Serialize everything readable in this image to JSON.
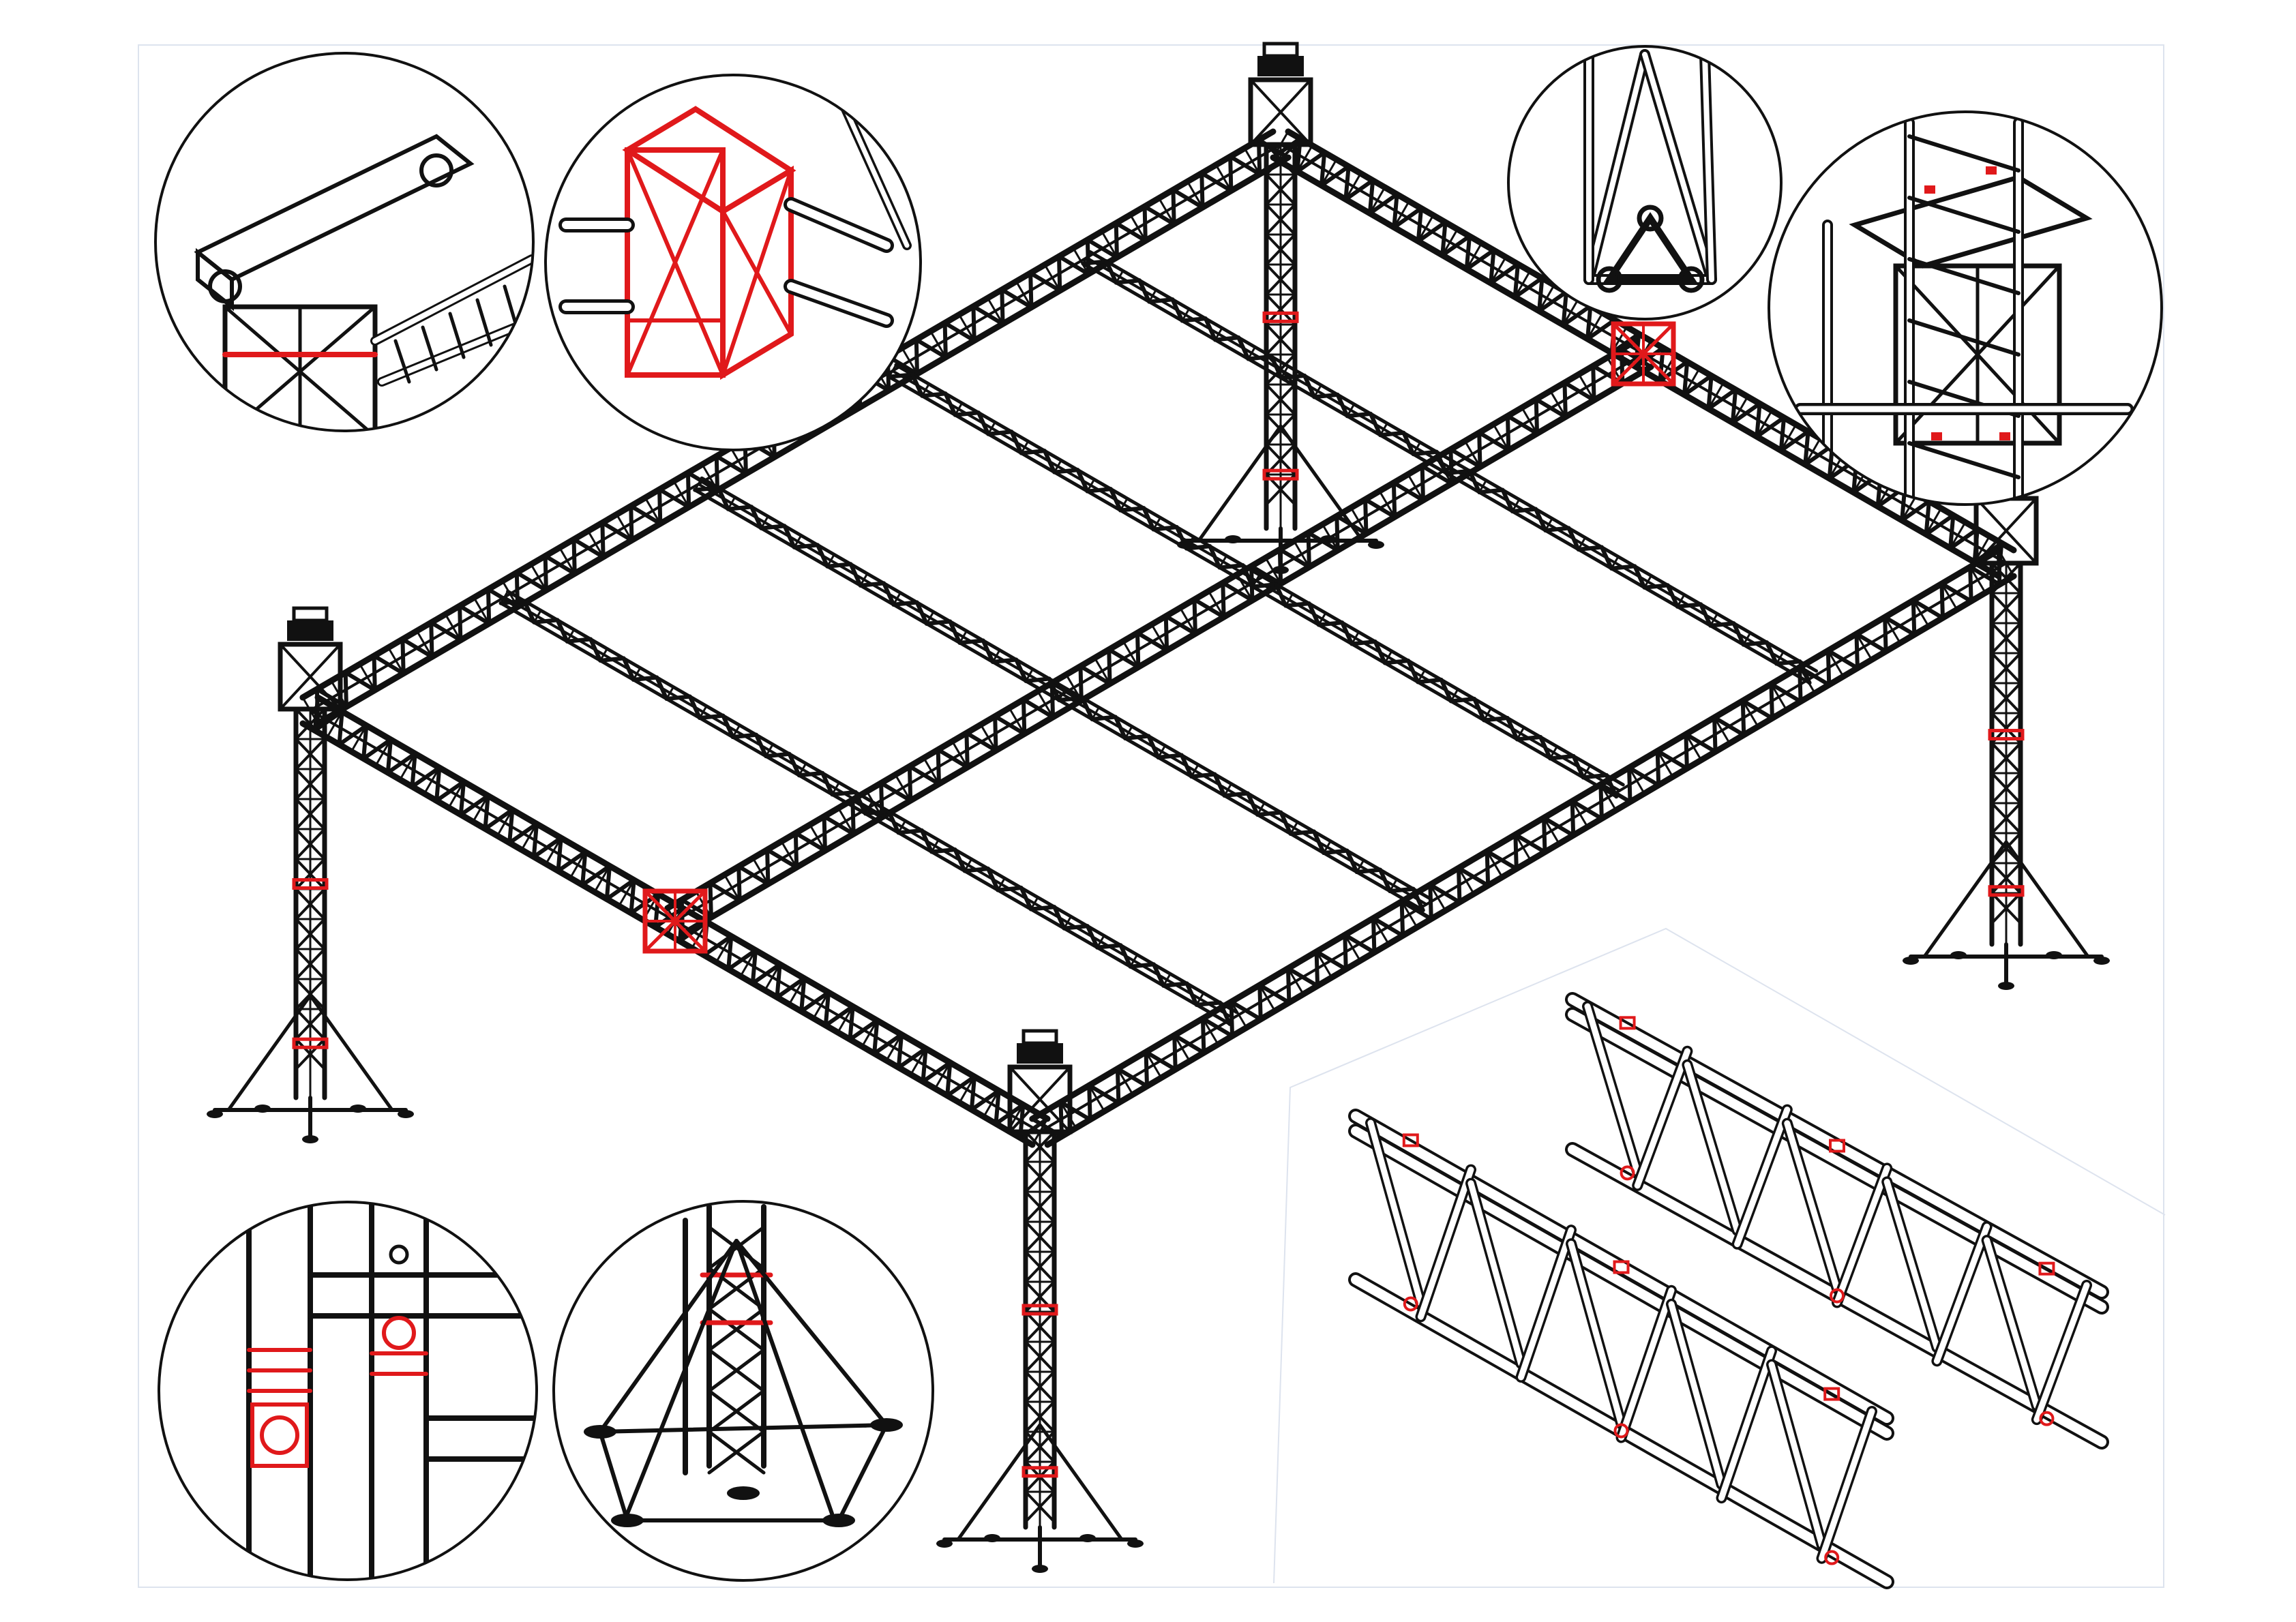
{
  "figure": {
    "subject": "truss-roof-structure",
    "colors": {
      "line": "#111111",
      "highlight": "#e0191b",
      "background": "#ffffff",
      "frame": "#dde3ee"
    },
    "parts": [
      "roof-grid",
      "tower-left",
      "tower-back",
      "tower-right",
      "tower-front",
      "corner-block-left",
      "corner-block-right"
    ],
    "detail_views": [
      "top-sleeve-block-detail",
      "corner-block-detail",
      "triangle-section-detail",
      "tower-top-box-detail",
      "pin-joint-detail",
      "tower-base-outrigger-detail"
    ],
    "inset": "two-truss-segments"
  }
}
